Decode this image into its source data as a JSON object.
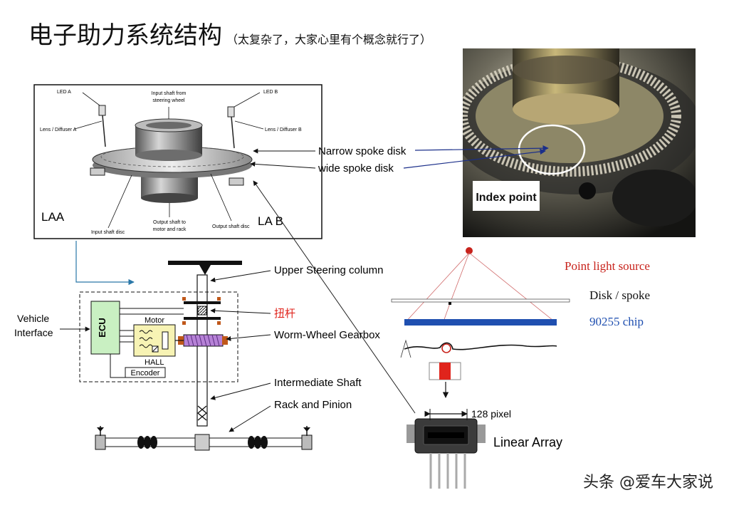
{
  "title": "电子助力系统结构",
  "subtitle": "（太复杂了，大家心里有个概念就行了）",
  "sensor": {
    "led_a": "LED A",
    "led_b": "LED B",
    "input_shaft": [
      "Input shaft from",
      "steering wheel"
    ],
    "lens_a": "Lens / Diffuser A",
    "lens_b": "Lens / Diffuser B",
    "laa": "LAA",
    "lab": "LA B",
    "input_disc": "Input shaft disc",
    "output_shaft": [
      "Output shaft to",
      "motor and rack"
    ],
    "output_disc": "Output shaft disc"
  },
  "labels": {
    "narrow": "Narrow spoke disk",
    "wide": "wide spoke disk",
    "index": "Index point",
    "upper": "Upper Steering column",
    "torsion": "扭杆",
    "worm": "Worm-Wheel Gearbox",
    "intermediate": "Intermediate Shaft",
    "rack": "Rack and Pinion",
    "vehicle": [
      "Vehicle",
      "Interface"
    ],
    "ecu": "ECU",
    "motor": "Motor",
    "hall": "HALL",
    "encoder": "Encoder",
    "point_light": "Point light source",
    "disk_spoke": "Disk / spoke",
    "chip": "90255 chip",
    "pixel": "128 pixel",
    "linear": "Linear Array"
  },
  "colors": {
    "red_label": "#e0241c",
    "chip_blue": "#1f4fb0",
    "ecu_green": "#c9f0c2",
    "motor_yellow": "#f7f3b4",
    "arrow_blue": "#2a77a8",
    "source_red": "#c8231c"
  },
  "watermark": "头条 @爱车大家说"
}
